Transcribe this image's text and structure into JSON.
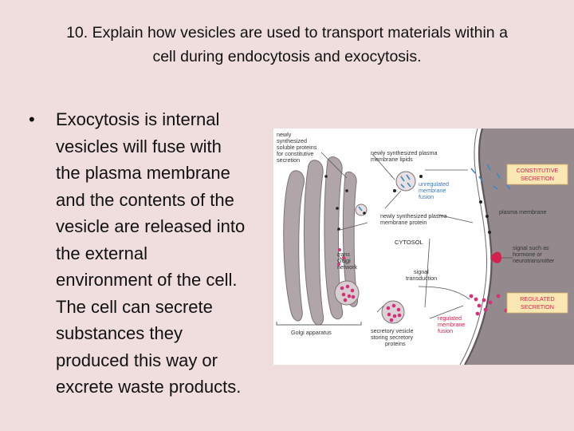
{
  "slide": {
    "title_line1": "10. Explain how vesicles are used to transport materials within a",
    "title_line2": "cell during endocytosis and exocytosis.",
    "bullet_marker": "•",
    "bullet_lines": [
      "Exocytosis is internal",
      "vesicles will fuse with",
      "the plasma membrane",
      "and the contents of the",
      "vesicle are released into",
      "the external",
      "environment of the cell.",
      "The cell can secrete",
      "substances they",
      "produced this way or",
      "excrete waste products."
    ]
  },
  "figure": {
    "labels": {
      "soluble_1": "newly",
      "soluble_2": "synthesized",
      "soluble_3": "soluble proteins",
      "soluble_4": "for constitutive",
      "soluble_5": "secretion",
      "lipids_1": "newly synthesized plasma",
      "lipids_2": "membrane lipids",
      "unregulated_1": "unregulated",
      "unregulated_2": "membrane",
      "unregulated_3": "fusion",
      "constitutive_1": "CONSTITUTIVE",
      "constitutive_2": "SECRETION",
      "plasma_membrane": "plasma membrane",
      "membrane_protein_1": "newly synthesized plasma",
      "membrane_protein_2": "membrane protein",
      "cytosol": "CYTOSOL",
      "trans": "trans",
      "golgi_net_1": "Golgi",
      "golgi_net_2": "network",
      "signal_1": "signal such as",
      "signal_2": "hormone or",
      "signal_3": "neurotransmitter",
      "transduction_1": "signal",
      "transduction_2": "transduction",
      "regulated_tag_1": "REGULATED",
      "regulated_tag_2": "SECRETION",
      "regulated_fusion_1": "regulated",
      "regulated_fusion_2": "membrane",
      "regulated_fusion_3": "fusion",
      "secretory_1": "secretory vesicle",
      "secretory_2": "storing secretory",
      "secretory_3": "proteins",
      "golgi_apparatus": "Golgi apparatus"
    },
    "colors": {
      "membrane": "#7a7074",
      "golgi": "#a59a9e",
      "outside": "#948a8d",
      "cargo_pink": "#d4317a",
      "cargo_blue": "#3d86c6",
      "tag_fill": "#fbe7b3",
      "tag_border": "#d8b266"
    }
  }
}
